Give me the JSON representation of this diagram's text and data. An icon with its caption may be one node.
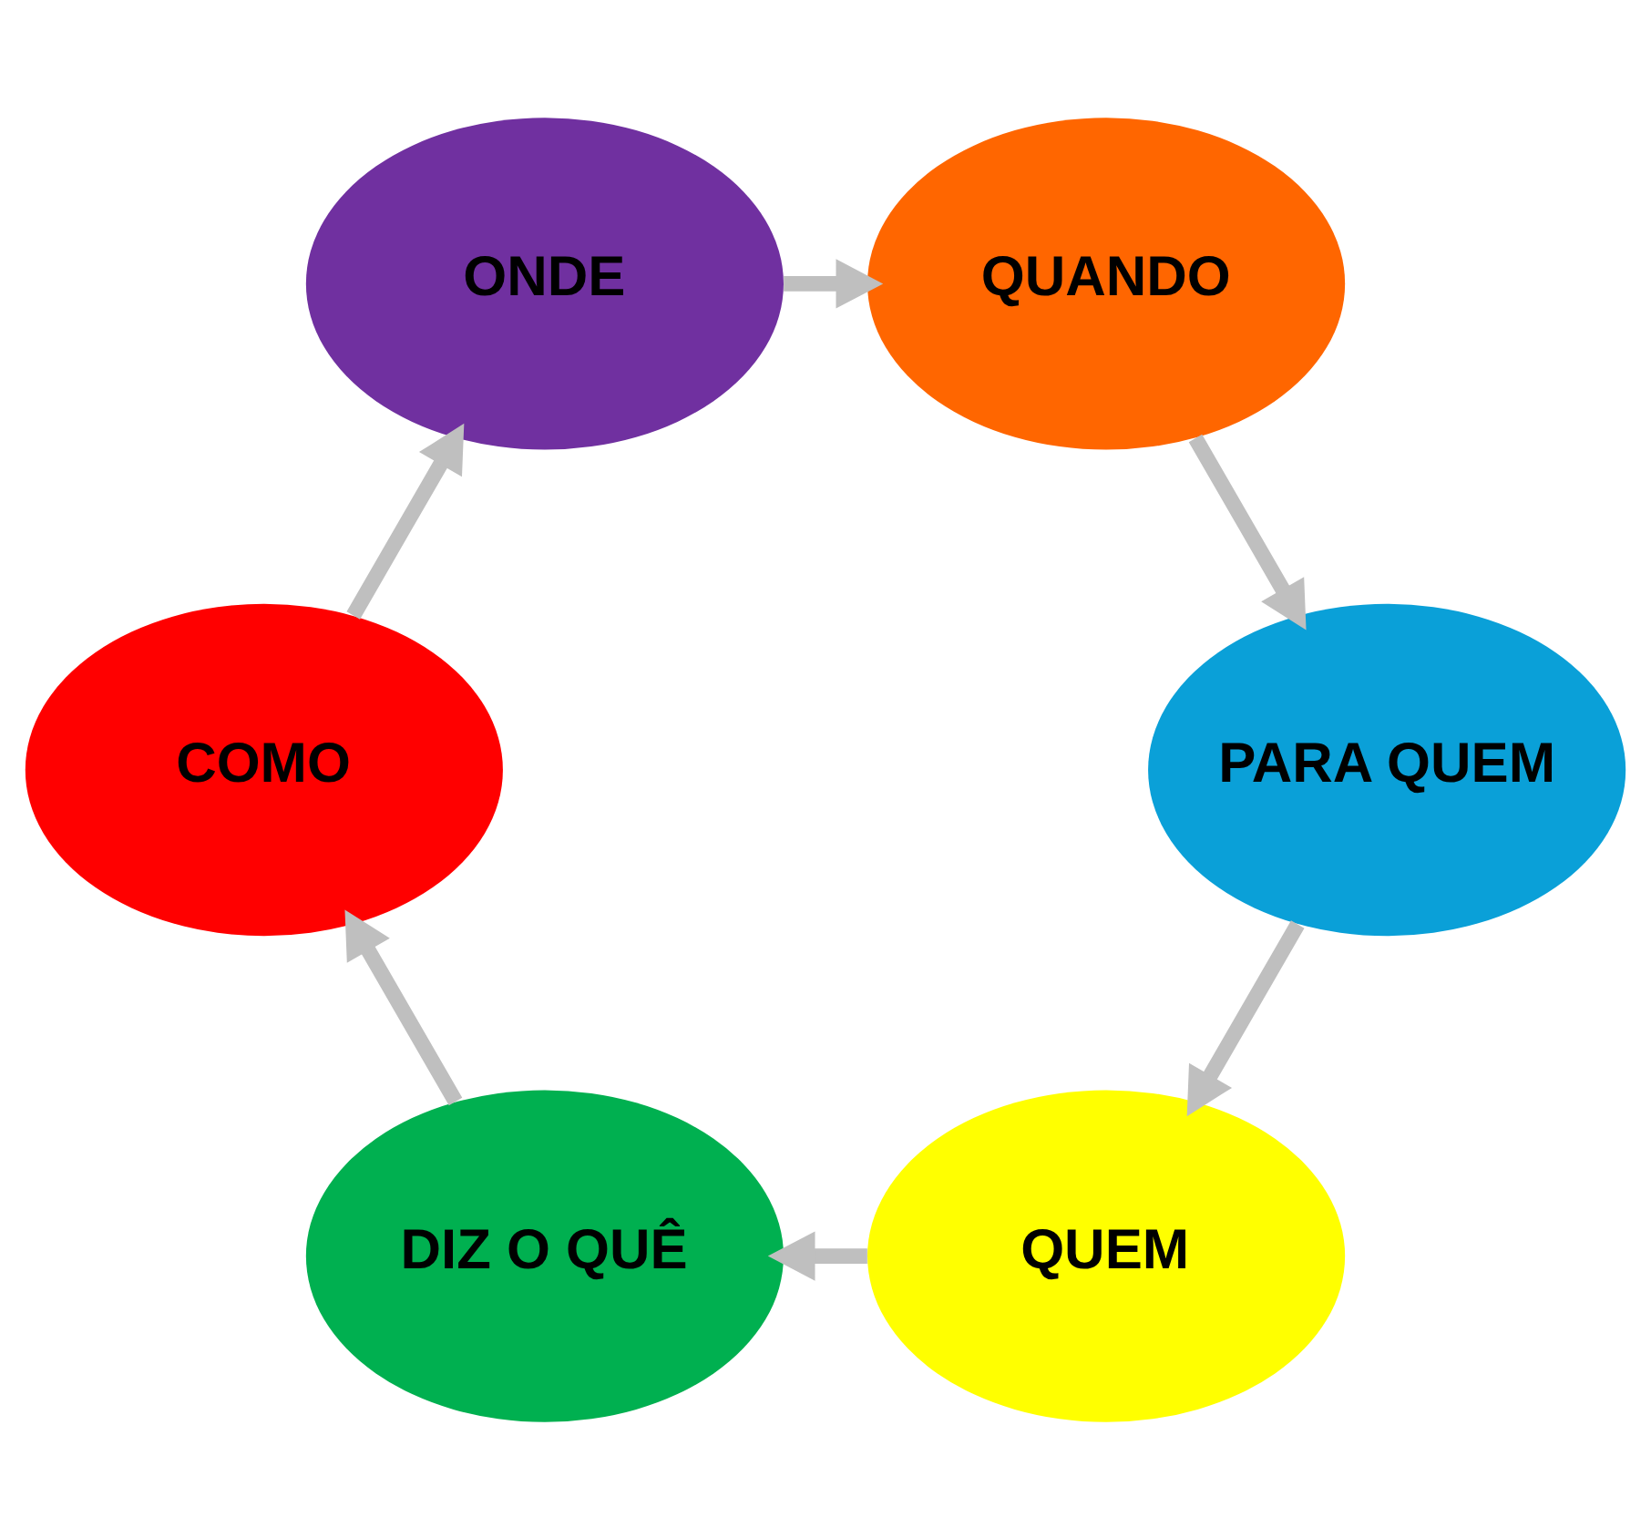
{
  "diagram": {
    "nodes": [
      {
        "text": [
          "QUEM"
        ]
      },
      {
        "text": [
          "DIZ O QUÊ"
        ]
      },
      {
        "text": [
          "COMO"
        ]
      },
      {
        "text": [
          "ONDE"
        ]
      },
      {
        "text": [
          "QUANDO"
        ]
      },
      {
        "text": [
          "PARA QUEM"
        ]
      }
    ],
    "edges": [
      {
        "from": 0,
        "to": 1,
        "arrow": "to"
      },
      {
        "from": 1,
        "to": 2,
        "arrow": "to"
      },
      {
        "from": 2,
        "to": 3,
        "arrow": "to"
      },
      {
        "from": 3,
        "to": 4,
        "arrow": "to"
      },
      {
        "from": 4,
        "to": 5,
        "arrow": "to"
      },
      {
        "from": 5,
        "to": 0,
        "arrow": "to"
      }
    ]
  }
}
